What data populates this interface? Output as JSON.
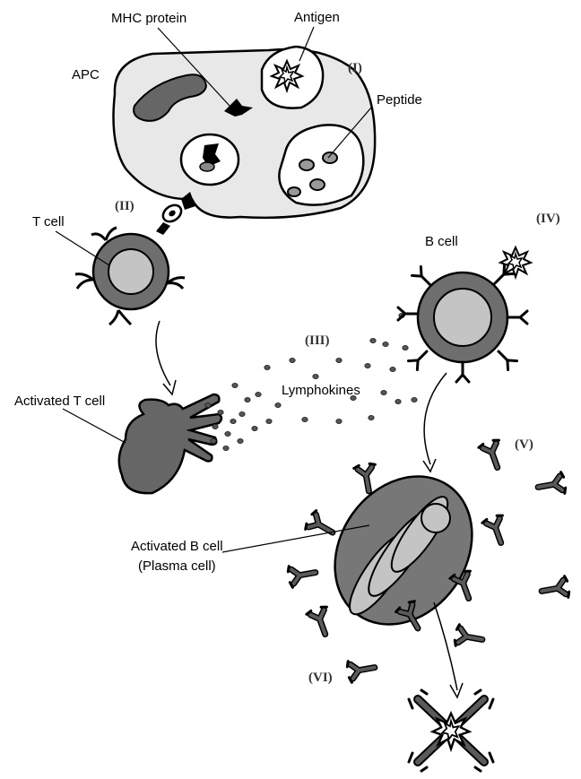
{
  "labels": {
    "mhc_protein": "MHC protein",
    "antigen": "Antigen",
    "apc": "APC",
    "peptide": "Peptide",
    "t_cell": "T cell",
    "b_cell": "B cell",
    "activated_t_cell": "Activated T cell",
    "lymphokines": "Lymphokines",
    "activated_b_cell": "Activated B cell",
    "plasma_cell": "(Plasma cell)"
  },
  "stages": {
    "i": "(I)",
    "ii": "(II)",
    "iii": "(III)",
    "iv": "(IV)",
    "v": "(V)",
    "vi": "(VI)"
  },
  "colors": {
    "cell_fill": "#e8e8e8",
    "membrane": "#6e6e6e",
    "nucleus": "#c4c4c4",
    "dark": "#555555",
    "outline": "#000000"
  }
}
